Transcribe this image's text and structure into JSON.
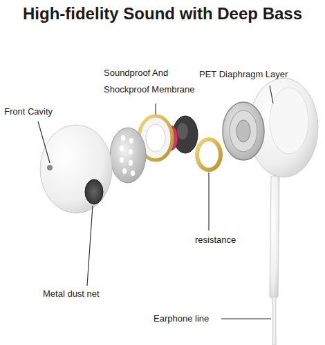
{
  "diagram": {
    "title": "High-fidelity Sound with Deep Bass",
    "labels": [
      "Front Cavity",
      "Soundproof And Shockproof Membrane",
      "PET Diaphragm Layer",
      "resistance",
      "Metal dust net",
      "Earphone line"
    ]
  }
}
